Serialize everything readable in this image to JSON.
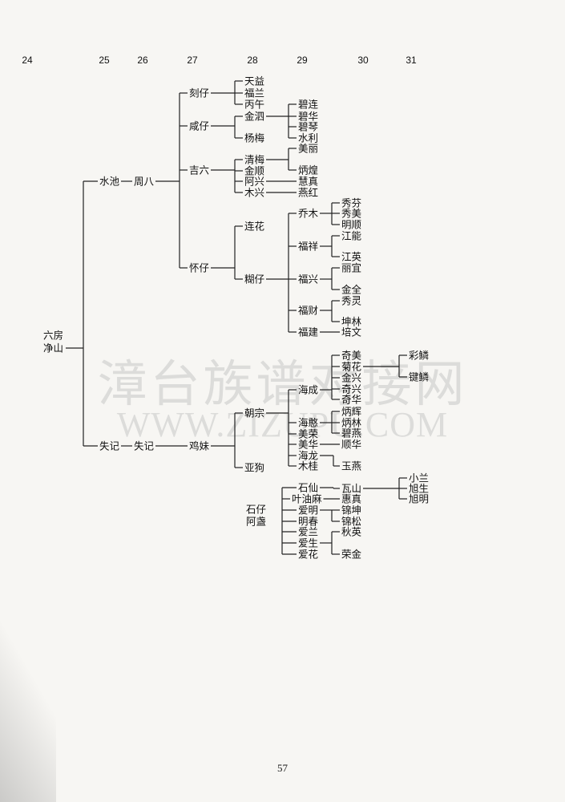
{
  "generations": [
    "24",
    "25",
    "26",
    "27",
    "28",
    "29",
    "30",
    "31"
  ],
  "root_lines": [
    "六房",
    "净山"
  ],
  "watermark": [
    "漳台族谱对接网",
    "WWW.ZIZUPU.COM"
  ],
  "page_number": "57",
  "colors": {
    "ink": "#111111",
    "paper": "#f7f6f3",
    "watermark": "#bdbdbd"
  },
  "tree": {
    "id": "jingshan",
    "name": "六房净山",
    "children": [
      {
        "id": "shuichi",
        "name": "水池",
        "children": [
          {
            "id": "zhouba",
            "name": "周八",
            "children": [
              {
                "id": "kezai",
                "name": "刻仔",
                "children": [
                  {
                    "id": "tianyi",
                    "name": "天益"
                  },
                  {
                    "id": "fulan",
                    "name": "福兰"
                  },
                  {
                    "id": "bingwu",
                    "name": "丙午"
                  }
                ]
              },
              {
                "id": "xianzai",
                "name": "咸仔",
                "children": [
                  {
                    "id": "jinsi",
                    "name": "金泗",
                    "children": [
                      {
                        "id": "bilian",
                        "name": "碧连"
                      },
                      {
                        "id": "bihua",
                        "name": "碧华"
                      },
                      {
                        "id": "biqin",
                        "name": "碧琴"
                      },
                      {
                        "id": "shuili",
                        "name": "水利"
                      }
                    ]
                  },
                  {
                    "id": "yangmei",
                    "name": "杨梅"
                  }
                ]
              },
              {
                "id": "jiliu",
                "name": "吉六",
                "children": [
                  {
                    "id": "qingmei",
                    "name": "清梅",
                    "children": [
                      {
                        "id": "meili",
                        "name": "美丽"
                      },
                      {
                        "id": "binghuang",
                        "name": "炳煌"
                      }
                    ]
                  },
                  {
                    "id": "jinshun",
                    "name": "金顺"
                  },
                  {
                    "id": "axing",
                    "name": "阿兴",
                    "children": [
                      {
                        "id": "huizhen",
                        "name": "慧真"
                      }
                    ]
                  },
                  {
                    "id": "muxing",
                    "name": "木兴",
                    "children": [
                      {
                        "id": "yanhong",
                        "name": "燕红"
                      }
                    ]
                  }
                ]
              },
              {
                "id": "huaizai",
                "name": "怀仔",
                "children": [
                  {
                    "id": "lianhua",
                    "name": "连花"
                  },
                  {
                    "id": "huzai",
                    "name": "糊仔",
                    "children": [
                      {
                        "id": "qiaomu",
                        "name": "乔木",
                        "children": [
                          {
                            "id": "xiufen",
                            "name": "秀芬"
                          },
                          {
                            "id": "xiumei",
                            "name": "秀美"
                          },
                          {
                            "id": "mingshun",
                            "name": "明顺"
                          }
                        ]
                      },
                      {
                        "id": "fuxiang",
                        "name": "福祥",
                        "children": [
                          {
                            "id": "jiangneng",
                            "name": "江能"
                          },
                          {
                            "id": "jiangying",
                            "name": "江英"
                          }
                        ]
                      },
                      {
                        "id": "fuxing",
                        "name": "福兴",
                        "children": [
                          {
                            "id": "liyi",
                            "name": "丽宜"
                          },
                          {
                            "id": "jinquan",
                            "name": "金全"
                          }
                        ]
                      },
                      {
                        "id": "fucai",
                        "name": "福财",
                        "children": [
                          {
                            "id": "xiuling",
                            "name": "秀灵"
                          },
                          {
                            "id": "kunlin",
                            "name": "坤林"
                          }
                        ]
                      },
                      {
                        "id": "fujian",
                        "name": "福建",
                        "children": [
                          {
                            "id": "peiwen",
                            "name": "培文"
                          }
                        ]
                      }
                    ]
                  }
                ]
              }
            ]
          }
        ]
      },
      {
        "id": "shiji1",
        "name": "失记",
        "children": [
          {
            "id": "shiji2",
            "name": "失记",
            "children": [
              {
                "id": "jimei",
                "name": "鸡妹",
                "children": [
                  {
                    "id": "chaozong",
                    "name": "朝宗",
                    "children": [
                      {
                        "id": "haicheng",
                        "name": "海成",
                        "children": [
                          {
                            "id": "qimei",
                            "name": "奇美"
                          },
                          {
                            "id": "juhua",
                            "name": "菊花",
                            "children": [
                              {
                                "id": "yanlin",
                                "name": "彩鳞"
                              },
                              {
                                "id": "jianlin",
                                "name": "键鳞"
                              }
                            ]
                          },
                          {
                            "id": "jinxing",
                            "name": "金兴"
                          },
                          {
                            "id": "qixing",
                            "name": "奇兴"
                          },
                          {
                            "id": "qihua",
                            "name": "奇华"
                          }
                        ]
                      },
                      {
                        "id": "haihan",
                        "name": "海憨",
                        "children": [
                          {
                            "id": "binghui",
                            "name": "炳辉"
                          },
                          {
                            "id": "binglin",
                            "name": "炳林"
                          },
                          {
                            "id": "biyan",
                            "name": "碧燕"
                          }
                        ]
                      },
                      {
                        "id": "meirong",
                        "name": "美荣"
                      },
                      {
                        "id": "meihua",
                        "name": "美华",
                        "children": [
                          {
                            "id": "shunhua",
                            "name": "顺华"
                          }
                        ]
                      },
                      {
                        "id": "hailong",
                        "name": "海龙",
                        "children": [
                          {
                            "id": "yuyan",
                            "name": "玉燕"
                          }
                        ]
                      },
                      {
                        "id": "mugui",
                        "name": "木桂"
                      }
                    ]
                  },
                  {
                    "id": "yagou",
                    "name": "亚狗"
                  }
                ]
              }
            ]
          }
        ]
      }
    ]
  },
  "shizai_branch": {
    "id": "shizai",
    "name": "石仔阿盏",
    "children": [
      {
        "id": "shixian",
        "name": "石仙",
        "children": [
          {
            "id": "washan",
            "name": "瓦山",
            "children": [
              {
                "id": "xiaolan",
                "name": "小兰"
              },
              {
                "id": "xusheng",
                "name": "旭生"
              },
              {
                "id": "xuming",
                "name": "旭明"
              }
            ]
          }
        ]
      },
      {
        "id": "yeyouma",
        "name": "叶油麻",
        "children": [
          {
            "id": "huizhen2",
            "name": "惠真"
          }
        ]
      },
      {
        "id": "aiming",
        "name": "爱明",
        "children": [
          {
            "id": "jinkun",
            "name": "锦坤"
          },
          {
            "id": "jinsong",
            "name": "锦松"
          }
        ]
      },
      {
        "id": "mingchun",
        "name": "明春"
      },
      {
        "id": "ailan",
        "name": "爱兰"
      },
      {
        "id": "aisheng",
        "name": "爱生",
        "children": [
          {
            "id": "qiuying",
            "name": "秋英"
          },
          {
            "id": "rongjin",
            "name": "荣金"
          }
        ]
      },
      {
        "id": "aihua",
        "name": "爱花"
      }
    ]
  }
}
